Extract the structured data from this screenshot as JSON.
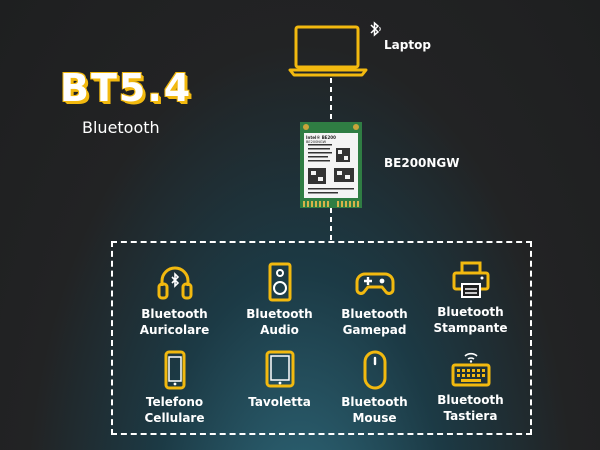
{
  "title": "BT5.4",
  "subtitle": "Bluetooth",
  "laptop_label": "Laptop",
  "card_label": "BE200NGW",
  "card_text": {
    "brand": "Intel® BE200",
    "model": "BE200NGW"
  },
  "devices": [
    {
      "line1": "Bluetooth",
      "line2": "Auricolare",
      "icon": "headphones-icon"
    },
    {
      "line1": "Bluetooth",
      "line2": "Audio",
      "icon": "speaker-icon"
    },
    {
      "line1": "Bluetooth",
      "line2": "Gamepad",
      "icon": "gamepad-icon"
    },
    {
      "line1": "Bluetooth",
      "line2": "Stampante",
      "icon": "printer-icon"
    },
    {
      "line1": "Telefono",
      "line2": "Cellulare",
      "icon": "phone-icon"
    },
    {
      "line1": "Tavoletta",
      "line2": "",
      "icon": "tablet-icon"
    },
    {
      "line1": "Bluetooth",
      "line2": "Mouse",
      "icon": "mouse-icon"
    },
    {
      "line1": "Bluetooth",
      "line2": "Tastiera",
      "icon": "keyboard-icon"
    }
  ],
  "colors": {
    "accent": "#f2b90f",
    "card_green": "#2f7d43",
    "text": "#ffffff"
  }
}
